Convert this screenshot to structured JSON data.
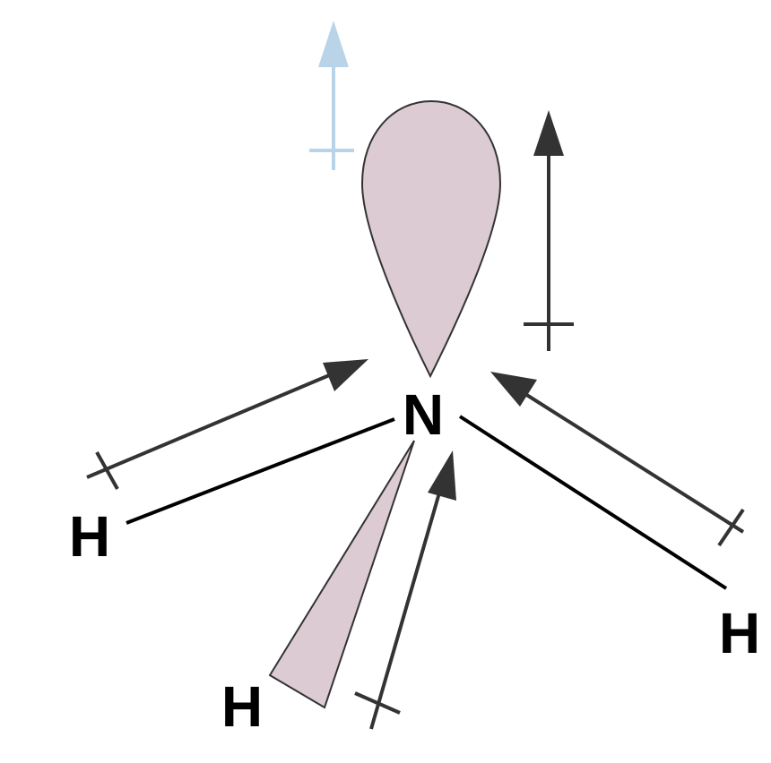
{
  "atoms": {
    "center": "N",
    "left": "H",
    "right": "H",
    "bottom": "H"
  },
  "colors": {
    "bond": "#000000",
    "arrow": "#333333",
    "net_dipole": "#b9d4e8",
    "lobe_fill": "#dccbd3",
    "lobe_stroke": "#333333"
  },
  "arrows": {
    "count": 4,
    "net_dipole_count": 1
  }
}
